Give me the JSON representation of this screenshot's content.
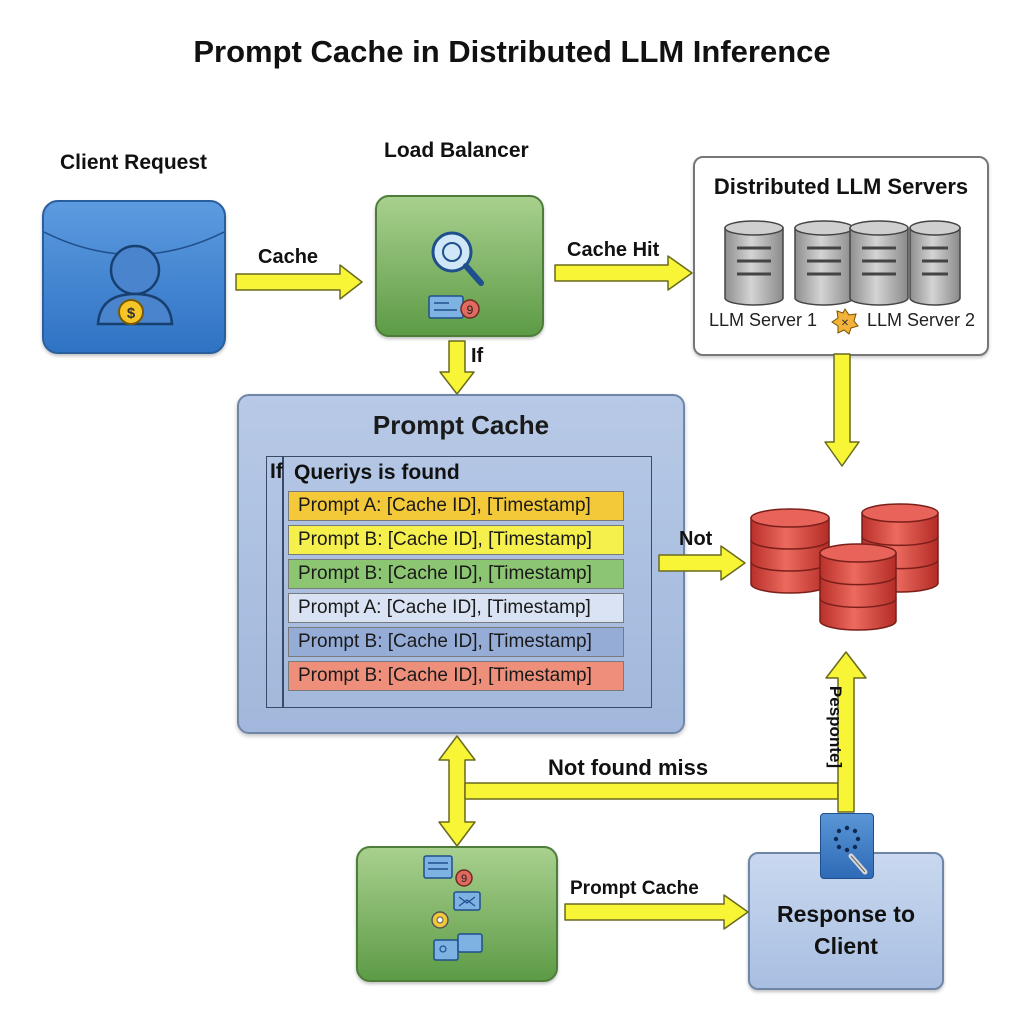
{
  "title": "Prompt Cache in Distributed LLM Inference",
  "client": {
    "label": "Client Request",
    "badge": "$"
  },
  "load_balancer": {
    "label": "Load Balancer",
    "badge": "9"
  },
  "servers": {
    "title": "Distributed LLM Servers",
    "server1_label": "LLM Server 1",
    "server2_label": "LLM Server 2"
  },
  "cache": {
    "title": "Prompt Cache",
    "header_if": "If",
    "header_text": "Queriys is found",
    "rows": [
      {
        "text": "Prompt A: [Cache ID], [Timestamp]",
        "color": "#f3c93a"
      },
      {
        "text": "Prompt B: [Cache ID], [Timestamp]",
        "color": "#f6f04d"
      },
      {
        "text": "Prompt B: [Cache ID], [Timestamp]",
        "color": "#8cc672"
      },
      {
        "text": "Prompt A: [Cache ID], [Timestamp]",
        "color": "#d9e3f3"
      },
      {
        "text": "Prompt B: [Cache ID], [Timestamp]",
        "color": "#95acd6"
      },
      {
        "text": "Prompt B: [Cache ID], [Timestamp]",
        "color": "#ee8f7c"
      }
    ]
  },
  "edges": {
    "client_to_lb": "Cache",
    "lb_to_servers": "Cache Hit",
    "lb_to_cache": "If",
    "cache_to_db": "Not",
    "not_found": "Not found miss",
    "response_vertical": "Pesponte]",
    "bl_to_response": "Prompt Cache"
  },
  "bottom_left": {
    "badge": "9"
  },
  "response": {
    "line1": "Response to",
    "line2": "Client"
  },
  "colors": {
    "arrow_fill": "#f7f536",
    "arrow_stroke": "#6a6a1e",
    "db_red": "#d9473b",
    "server_gray": "#9a9a9a"
  }
}
